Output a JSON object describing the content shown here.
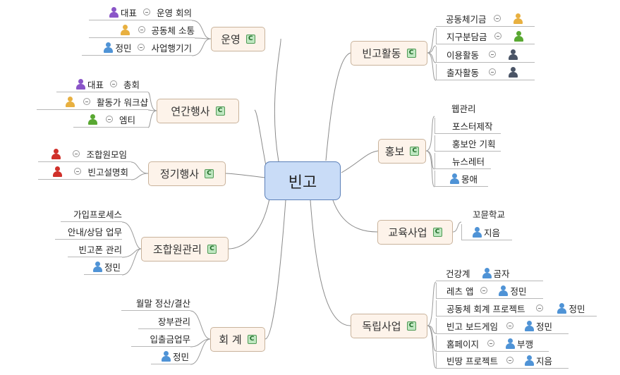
{
  "center": {
    "label": "빈고"
  },
  "branches": {
    "unyeong": {
      "label": "운영",
      "c": "C"
    },
    "yeongan": {
      "label": "연간행사",
      "c": "C"
    },
    "jeonggi": {
      "label": "정기행사",
      "c": "C"
    },
    "johapwon": {
      "label": "조합원관리",
      "c": "C"
    },
    "hoegye": {
      "label": "회 계",
      "c": "C"
    },
    "hwaldong": {
      "label": "빈고활동",
      "c": "C"
    },
    "hongbo": {
      "label": "홍보",
      "c": "C"
    },
    "gyoyuk": {
      "label": "교육사업",
      "c": "C"
    },
    "dongnip": {
      "label": "독립사업",
      "c": "C"
    }
  },
  "leaves": {
    "unyeong": [
      {
        "person": "대표",
        "text": "운영 회의"
      },
      {
        "person": "",
        "text": "공동체 소통"
      },
      {
        "person": "정민",
        "text": "사업행기기"
      }
    ],
    "yeongan": [
      {
        "person": "대표",
        "text": "총회"
      },
      {
        "person": "",
        "text": "활동가 워크샵"
      },
      {
        "person": "",
        "text": "엠티"
      }
    ],
    "jeonggi": [
      {
        "person": "",
        "text": "조합원모임"
      },
      {
        "person": "",
        "text": "빈고설명회"
      }
    ],
    "johapwon": [
      {
        "text": "가입프로세스"
      },
      {
        "text": "안내/상담 업무"
      },
      {
        "text": "빈고폰 관리"
      },
      {
        "person": "정민"
      }
    ],
    "hoegye": [
      {
        "text": "월말 정산/결산"
      },
      {
        "text": "장부관리"
      },
      {
        "text": "입출금업무"
      },
      {
        "person": "정민"
      }
    ],
    "hwaldong": [
      {
        "text": "공동체기금",
        "person": ""
      },
      {
        "text": "지구분담금",
        "person": ""
      },
      {
        "text": "이용활동",
        "person": ""
      },
      {
        "text": "출자활동",
        "person": ""
      }
    ],
    "hongbo": [
      {
        "text": "웹관리"
      },
      {
        "text": "포스터제작"
      },
      {
        "text": "홍보안 기획"
      },
      {
        "text": "뉴스레터"
      },
      {
        "person": "몽애"
      }
    ],
    "gyoyuk": [
      {
        "text": "꼬뮨학교"
      },
      {
        "person": "지음"
      }
    ],
    "dongnip": [
      {
        "text": "건강계",
        "person": "곰자"
      },
      {
        "text": "레츠 앱",
        "person": "정민"
      },
      {
        "text": "공동체 회계 프로젝트",
        "person": "정민"
      },
      {
        "text": "빈고 보드게임",
        "person": "정민"
      },
      {
        "text": "홈페이지",
        "person": "부깽"
      },
      {
        "text": "빈땅 프로젝트",
        "person": "지음"
      }
    ]
  },
  "colors": {
    "purple": "#8a55c8",
    "orange": "#e8b040",
    "blue": "#4f93d6",
    "red": "#d0302a",
    "green": "#59a832",
    "slate": "#4a5466"
  }
}
